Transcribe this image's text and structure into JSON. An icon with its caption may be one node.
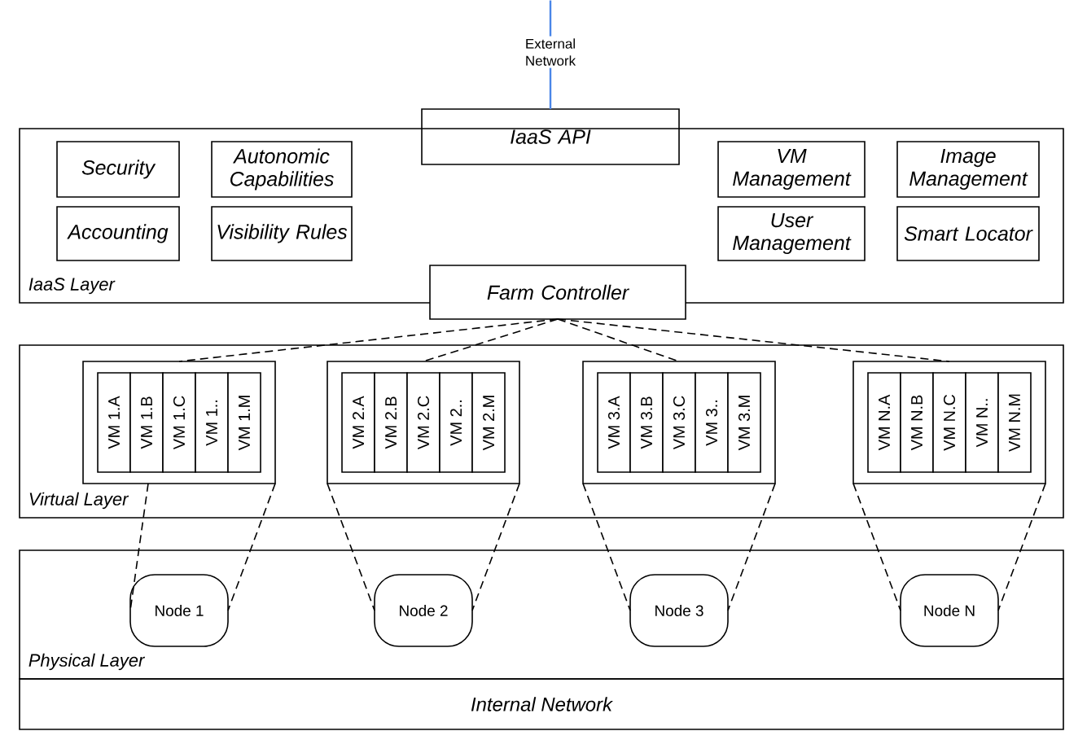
{
  "diagram": {
    "nodes": [
      {
        "text": [
          "External Network"
        ]
      },
      {
        "text": [
          "IaaS API"
        ]
      },
      {
        "text": [
          "IaaS Layer"
        ]
      },
      {
        "text": [
          "Security"
        ],
        "in": 2
      },
      {
        "text": [
          "Autonomic Capabilities"
        ],
        "in": 2
      },
      {
        "text": [
          "VM Management"
        ],
        "in": 2
      },
      {
        "text": [
          "Image Management"
        ],
        "in": 2
      },
      {
        "text": [
          "Accounting"
        ],
        "in": 2
      },
      {
        "text": [
          "Visibility Rules"
        ],
        "in": 2
      },
      {
        "text": [
          "User Management"
        ],
        "in": 2
      },
      {
        "text": [
          "Smart Locator"
        ],
        "in": 2
      },
      {
        "text": [
          "Farm Controller"
        ]
      },
      {
        "text": [
          "Virtual Layer"
        ]
      },
      {
        "text": [],
        "shape": "box",
        "in": 12
      },
      {
        "text": [
          "VM 1.A"
        ],
        "in": 13
      },
      {
        "text": [
          "VM 1.B"
        ],
        "in": 13
      },
      {
        "text": [
          "VM 1.C"
        ],
        "in": 13
      },
      {
        "text": [
          "VM 1.."
        ],
        "in": 13
      },
      {
        "text": [
          "VM 1.M"
        ],
        "in": 13
      },
      {
        "text": [],
        "shape": "box",
        "in": 12
      },
      {
        "text": [
          "VM 2.A"
        ],
        "in": 19
      },
      {
        "text": [
          "VM 2.B"
        ],
        "in": 19
      },
      {
        "text": [
          "VM 2.C"
        ],
        "in": 19
      },
      {
        "text": [
          "VM 2.."
        ],
        "in": 19
      },
      {
        "text": [
          "VM 2.M"
        ],
        "in": 19
      },
      {
        "text": [],
        "shape": "box",
        "in": 12
      },
      {
        "text": [
          "VM 3.A"
        ],
        "in": 25
      },
      {
        "text": [
          "VM 3.B"
        ],
        "in": 25
      },
      {
        "text": [
          "VM 3.C"
        ],
        "in": 25
      },
      {
        "text": [
          "VM 3.."
        ],
        "in": 25
      },
      {
        "text": [
          "VM 3.M"
        ],
        "in": 25
      },
      {
        "text": [],
        "shape": "box",
        "in": 12
      },
      {
        "text": [
          "VM N.A"
        ],
        "in": 31
      },
      {
        "text": [
          "VM N.B"
        ],
        "in": 31
      },
      {
        "text": [
          "VM N.C"
        ],
        "in": 31
      },
      {
        "text": [
          "VM N.."
        ],
        "in": 31
      },
      {
        "text": [
          "VM N.M"
        ],
        "in": 31
      },
      {
        "text": [
          "Physical Layer"
        ]
      },
      {
        "text": [
          "Node 1"
        ],
        "in": 37
      },
      {
        "text": [
          "Node 2"
        ],
        "in": 37
      },
      {
        "text": [
          "Node 3"
        ],
        "in": 37
      },
      {
        "text": [
          "Node N"
        ],
        "in": 37
      },
      {
        "text": [
          "Internal Network"
        ]
      }
    ],
    "edges": [
      {
        "from": null,
        "to": 0,
        "arrow": "none",
        "color": "#4a86e8"
      },
      {
        "from": 0,
        "to": 1,
        "arrow": "none",
        "color": "#4a86e8"
      },
      {
        "from": 11,
        "to": 13,
        "arrow": "none",
        "style": "dashed"
      },
      {
        "from": 11,
        "to": 19,
        "arrow": "none",
        "style": "dashed"
      },
      {
        "from": 11,
        "to": 25,
        "arrow": "none",
        "style": "dashed"
      },
      {
        "from": 11,
        "to": 31,
        "arrow": "none",
        "style": "dashed"
      },
      {
        "from": 13,
        "to": 38,
        "arrow": "none",
        "style": "dashed"
      },
      {
        "from": 13,
        "to": 38,
        "arrow": "none",
        "style": "dashed"
      },
      {
        "from": 19,
        "to": 39,
        "arrow": "none",
        "style": "dashed"
      },
      {
        "from": 19,
        "to": 39,
        "arrow": "none",
        "style": "dashed"
      },
      {
        "from": 25,
        "to": 40,
        "arrow": "none",
        "style": "dashed"
      },
      {
        "from": 25,
        "to": 40,
        "arrow": "none",
        "style": "dashed"
      },
      {
        "from": 31,
        "to": 41,
        "arrow": "none",
        "style": "dashed"
      },
      {
        "from": 31,
        "to": 41,
        "arrow": "none",
        "style": "dashed"
      }
    ]
  }
}
